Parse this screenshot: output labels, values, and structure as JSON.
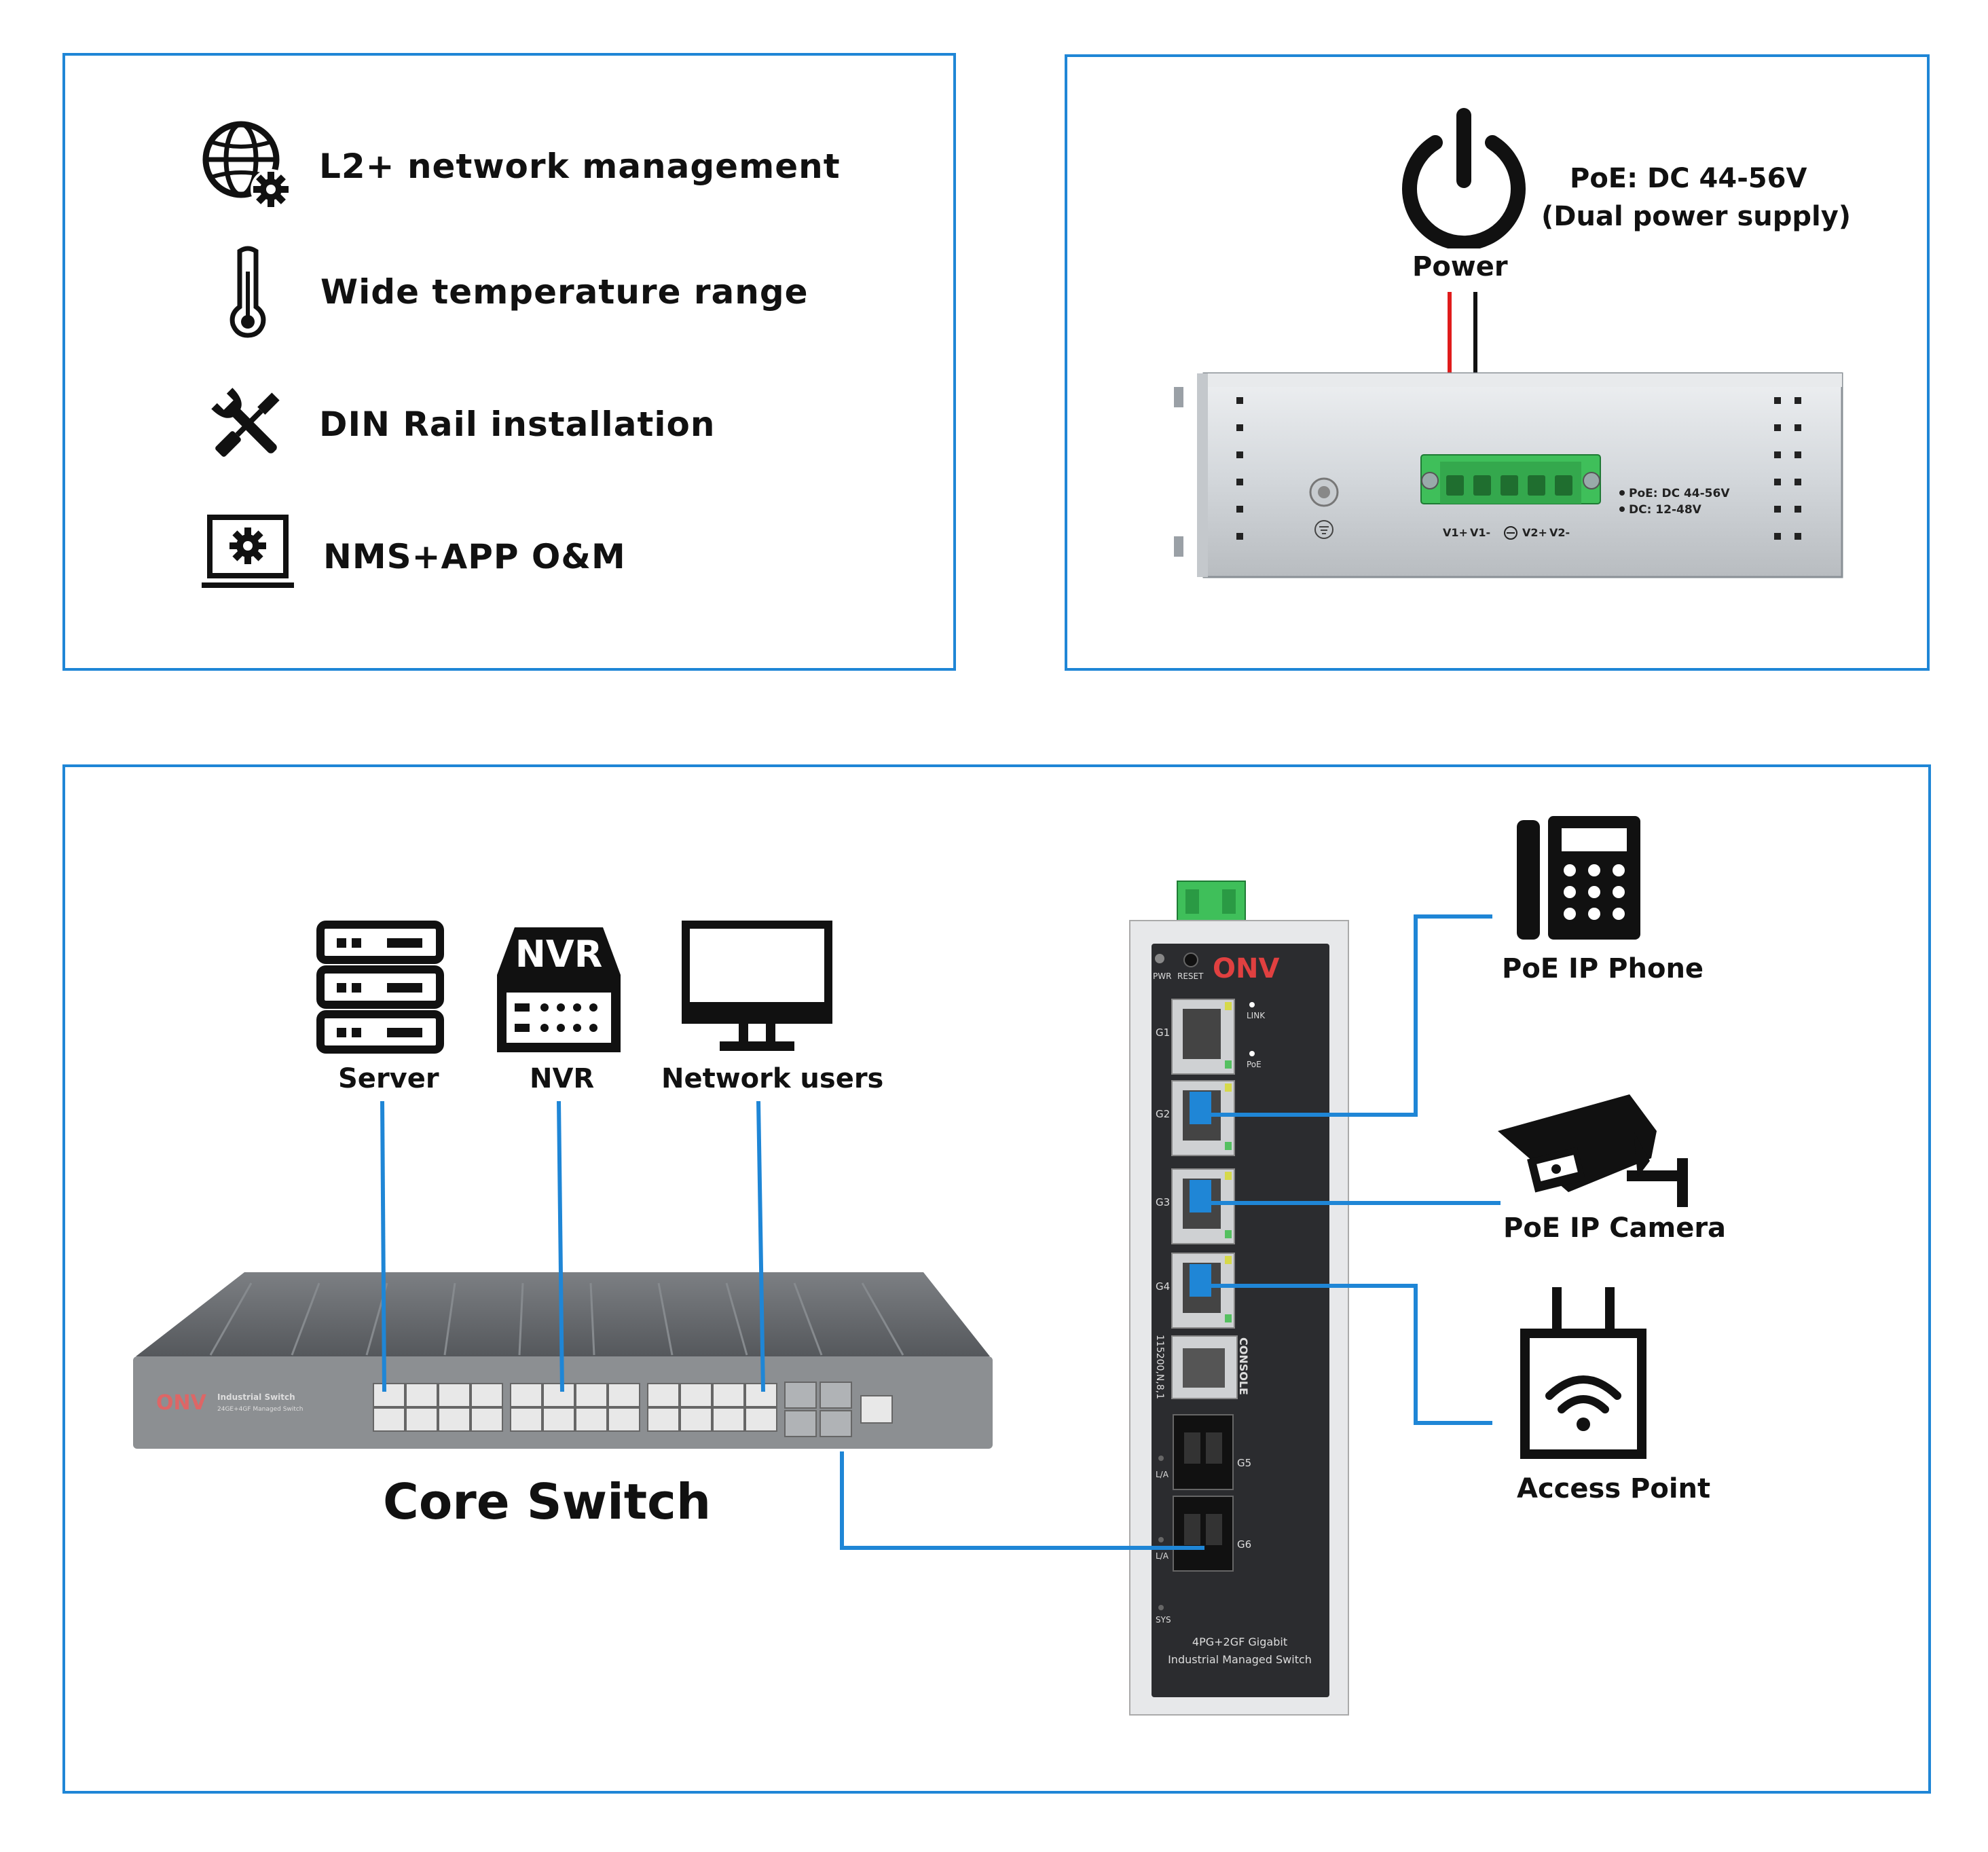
{
  "features": {
    "items": [
      {
        "label": "L2+ network management",
        "icon": "globe-gear-icon"
      },
      {
        "label": "Wide temperature range",
        "icon": "thermometer-icon"
      },
      {
        "label": "DIN Rail installation",
        "icon": "wrench-screwdriver-icon"
      },
      {
        "label": "NMS+APP O&M",
        "icon": "laptop-gear-icon"
      }
    ]
  },
  "power": {
    "icon": "power-icon",
    "label": "Power",
    "spec_line1": "PoE: DC 44-56V",
    "spec_line2": "(Dual power supply)",
    "terminal_labels": [
      "V1+",
      "V1-",
      "V2+",
      "V2-"
    ],
    "panel_spec1": "PoE: DC 44-56V",
    "panel_spec2": "DC: 12-48V"
  },
  "topology": {
    "core_label": "Core Switch",
    "core_brand": "ONV",
    "core_model": "Industrial Switch",
    "core_submodel": "24GE+4GF Managed Switch",
    "sources": [
      {
        "label": "Server",
        "icon": "server-icon"
      },
      {
        "label": "NVR",
        "icon": "nvr-icon",
        "icon_text": "NVR"
      },
      {
        "label": "Network users",
        "icon": "monitor-icon"
      }
    ],
    "endpoints": [
      {
        "label": "PoE IP Phone",
        "icon": "ip-phone-icon"
      },
      {
        "label": "PoE IP Camera",
        "icon": "ip-camera-icon"
      },
      {
        "label": "Access Point",
        "icon": "access-point-icon"
      }
    ],
    "device": {
      "brand": "ONV",
      "pwr": "PWR",
      "reset": "RESET",
      "link": "LINK",
      "poe": "PoE",
      "ports": [
        "G1",
        "G2",
        "G3",
        "G4"
      ],
      "console": "CONSOLE",
      "baud": "115200,N,8,1",
      "sfp": [
        "G5",
        "G6"
      ],
      "la": "L/A",
      "sys": "SYS",
      "desc1": "4PG+2GF Gigabit",
      "desc2": "Industrial Managed Switch"
    }
  },
  "colors": {
    "border": "#1f86d6",
    "line": "#1f86d6",
    "red_wire": "#e01b1b",
    "terminal": "#3fbf5a"
  }
}
